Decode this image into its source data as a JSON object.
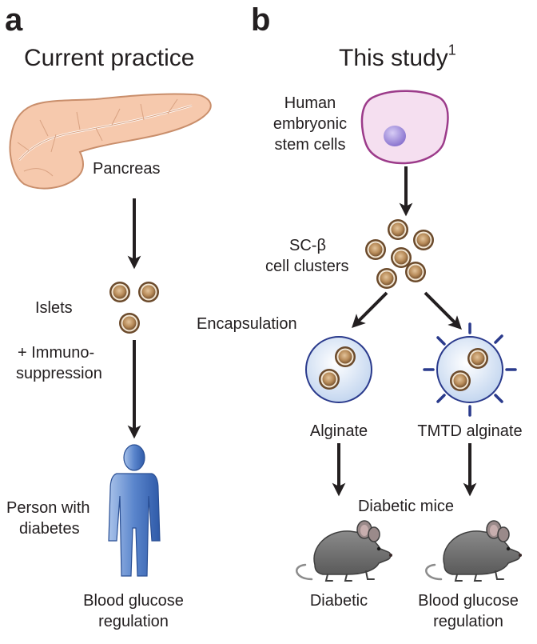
{
  "panel_a": {
    "letter": "a",
    "title": "Current practice",
    "pancreas_label": "Pancreas",
    "islets_label": "Islets",
    "immuno_line1": "+ Immuno-",
    "immuno_line2": "suppression",
    "person_line1": "Person with",
    "person_line2": "diabetes",
    "outcome_line1": "Blood glucose",
    "outcome_line2": "regulation"
  },
  "panel_b": {
    "letter": "b",
    "title": "This study",
    "title_ref": "1",
    "stem_line1": "Human",
    "stem_line2": "embryonic",
    "stem_line3": "stem cells",
    "clusters_line1": "SC-β",
    "clusters_line2": "cell clusters",
    "encapsulation_label": "Encapsulation",
    "alginate_label": "Alginate",
    "tmtd_label": "TMTD alginate",
    "mice_label": "Diabetic mice",
    "outcome_left": "Diabetic",
    "outcome_right_line1": "Blood glucose",
    "outcome_right_line2": "regulation"
  },
  "colors": {
    "arrow": "#231f20",
    "pancreas_fill": "#f6c9ad",
    "cell_outer": "#6b4a2b",
    "cell_inner": "#c29a6b",
    "capsule_fill": "#dce8f6",
    "capsule_stroke": "#2a3a8c",
    "stem_cell_fill": "#f5dff0",
    "stem_cell_stroke": "#9c3b8a",
    "nucleus": "#a18fd6",
    "body": "#5b84c9",
    "mouse": "#6d6d6d"
  }
}
